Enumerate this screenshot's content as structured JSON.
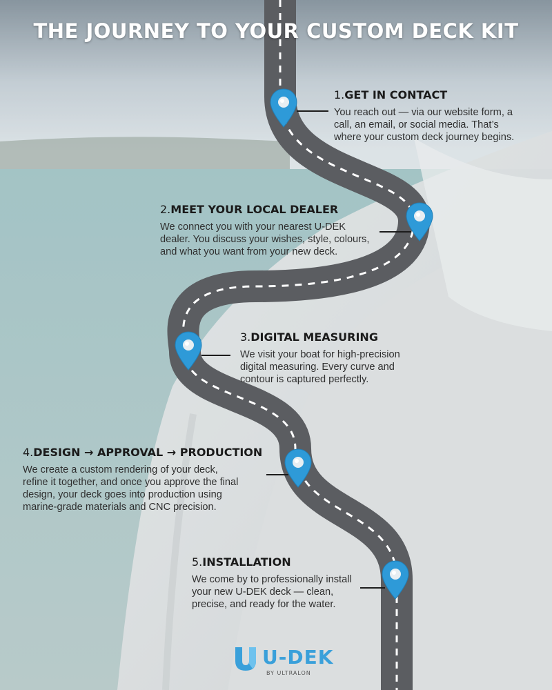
{
  "title": "THE JOURNEY TO YOUR CUSTOM DECK KIT",
  "steps": [
    {
      "num": "1.",
      "heading": "GET IN CONTACT",
      "lines": [
        "You reach out — via our website form, a",
        "call, an email, or social media. That’s",
        "where your custom deck journey begins."
      ]
    },
    {
      "num": "2.",
      "heading": "MEET YOUR LOCAL DEALER",
      "lines": [
        "We connect you with your nearest U-DEK",
        "dealer. You discuss your wishes, style, colours,",
        "and what you want from your new deck."
      ]
    },
    {
      "num": "3.",
      "heading": "DIGITAL MEASURING",
      "lines": [
        "We visit your boat for high-precision",
        "digital measuring. Every curve and",
        "contour is captured perfectly."
      ]
    },
    {
      "num": "4.",
      "heading": "DESIGN → APPROVAL → PRODUCTION",
      "lines": [
        "We create a custom rendering of your deck,",
        "refine it together, and once you approve the final",
        "design, your deck goes into production using",
        "marine-grade materials and CNC precision."
      ]
    },
    {
      "num": "5.",
      "heading": "INSTALLATION",
      "lines": [
        "We come by to professionally install",
        "your new U-DEK deck — clean,",
        "precise, and ready for the water."
      ]
    }
  ],
  "logo": {
    "brand": "U-DEK",
    "tagline": "BY ULTRALON"
  },
  "icons": {
    "pin": "map-pin-icon",
    "logo": "u-dek-logo-icon"
  },
  "colors": {
    "road": "#5b5d61",
    "road_lane": "#ffffff",
    "pin": "#2e9ad8",
    "brand": "#3aa0da"
  }
}
